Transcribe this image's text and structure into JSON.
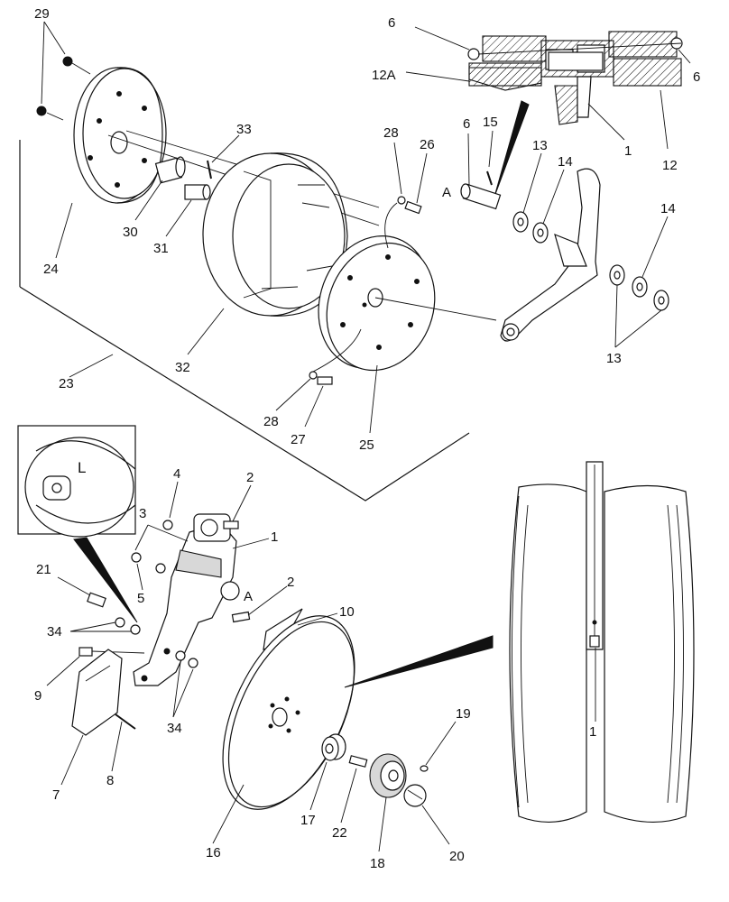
{
  "callouts": {
    "c29": "29",
    "c6a": "6",
    "c6b": "6",
    "c12A": "12A",
    "c1top": "1",
    "c12": "12",
    "c33": "33",
    "c28top": "28",
    "c26": "26",
    "c6c": "6",
    "c15": "15",
    "cA1": "A",
    "c13a": "13",
    "c14a": "14",
    "c14b": "14",
    "c13b": "13",
    "c30": "30",
    "c31": "31",
    "c24": "24",
    "c32": "32",
    "c23": "23",
    "c28b": "28",
    "c27": "27",
    "c25": "25",
    "cL": "L",
    "c3": "3",
    "c4": "4",
    "c2a": "2",
    "c1mid": "1",
    "c5": "5",
    "cA2": "A",
    "c2b": "2",
    "c21": "21",
    "c10": "10",
    "c34a": "34",
    "c9": "9",
    "c34b": "34",
    "c7": "7",
    "c8": "8",
    "c16": "16",
    "c17": "17",
    "c22": "22",
    "c18": "18",
    "c19": "19",
    "c20": "20",
    "c1right": "1"
  }
}
